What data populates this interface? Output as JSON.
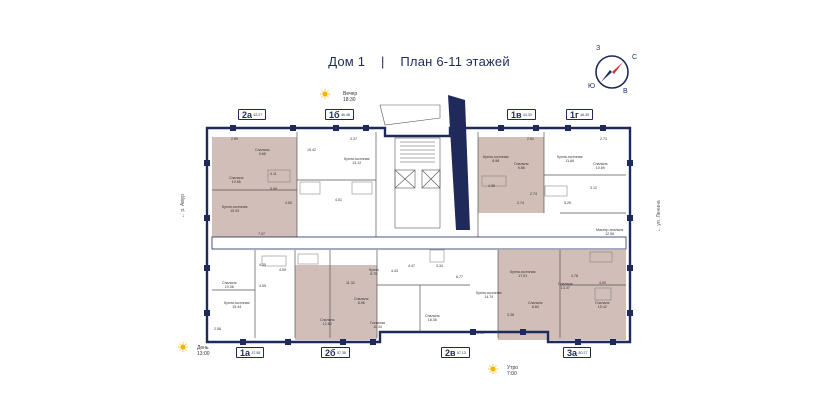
{
  "header": {
    "house": "Дом 1",
    "separator": "|",
    "plan": "План 6-11 этажей"
  },
  "compass": {
    "n": "С",
    "s": "Ю",
    "e": "В",
    "w": "З"
  },
  "streets": {
    "left": "← р. Амур",
    "right": "← ул. Ленина"
  },
  "sun": {
    "evening": {
      "label": "Вечер",
      "time": "18:30"
    },
    "day": {
      "label": "День",
      "time": "13:00"
    },
    "morning": {
      "label": "Утро",
      "time": "7:00"
    }
  },
  "apartments": [
    {
      "code": "2а",
      "sub": "62.27"
    },
    {
      "code": "1б",
      "sub": "46.48"
    },
    {
      "code": "1в",
      "sub": "44.33"
    },
    {
      "code": "1г",
      "sub": "46.35"
    },
    {
      "code": "1а",
      "sub": "37.55"
    },
    {
      "code": "2б",
      "sub": "57.38"
    },
    {
      "code": "2в",
      "sub": "57.13"
    },
    {
      "code": "3а",
      "sub": "80.27"
    }
  ],
  "rooms": [
    {
      "name": "Спальня",
      "area": "9.68"
    },
    {
      "name": "Спальня",
      "area": "10.66"
    },
    {
      "name": "Кухня-гостиная",
      "area": "15.93"
    },
    {
      "name": "",
      "area": "2.89"
    },
    {
      "name": "",
      "area": "3.11"
    },
    {
      "name": "",
      "area": "5.99"
    },
    {
      "name": "",
      "area": "7.07"
    },
    {
      "name": "",
      "area": "19.42"
    },
    {
      "name": "",
      "area": "3.37"
    },
    {
      "name": "Кухня-гостиная",
      "area": "13.12"
    },
    {
      "name": "",
      "area": "4.51"
    },
    {
      "name": "",
      "area": "4.50"
    },
    {
      "name": "",
      "area": "2.51"
    },
    {
      "name": "Кухня-гостиная",
      "area": "8.98"
    },
    {
      "name": "Спальня",
      "area": "9.86"
    },
    {
      "name": "",
      "area": "4.35"
    },
    {
      "name": "",
      "area": "2.74"
    },
    {
      "name": "",
      "area": "2.74"
    },
    {
      "name": "",
      "area": "2.73"
    },
    {
      "name": "Кухня-гостиная",
      "area": "11.66"
    },
    {
      "name": "Спальня",
      "area": "10.69"
    },
    {
      "name": "",
      "area": "3.12"
    },
    {
      "name": "",
      "area": "5.26"
    },
    {
      "name": "Мастер-спальня",
      "area": "12.56"
    },
    {
      "name": "Спальня",
      "area": "10.38"
    },
    {
      "name": "",
      "area": "4.35"
    },
    {
      "name": "",
      "area": "4.55"
    },
    {
      "name": "Кухня-гостиная",
      "area": "15.44"
    },
    {
      "name": "",
      "area": "2.58"
    },
    {
      "name": "",
      "area": "4.59"
    },
    {
      "name": "",
      "area": "11.32"
    },
    {
      "name": "",
      "area": "4.43"
    },
    {
      "name": "Кухня",
      "area": "6.75"
    },
    {
      "name": "Спальня",
      "area": "8.96"
    },
    {
      "name": "Спальня",
      "area": "12.82"
    },
    {
      "name": "Гостиная",
      "area": "11.34"
    },
    {
      "name": "Спальня",
      "area": "18.36"
    },
    {
      "name": "",
      "area": "6.77"
    },
    {
      "name": "",
      "area": "4.47"
    },
    {
      "name": "",
      "area": "3.34"
    },
    {
      "name": "Кухня-гостиная",
      "area": "14.74"
    },
    {
      "name": "",
      "area": "2.49"
    },
    {
      "name": "",
      "area": "3.38"
    },
    {
      "name": "Кухня-гостиная",
      "area": "17.51"
    },
    {
      "name": "Спальня",
      "area": "8.84"
    },
    {
      "name": "",
      "area": "4.78"
    },
    {
      "name": "Спальня",
      "area": "13.47"
    },
    {
      "name": "",
      "area": "4.00"
    },
    {
      "name": "Спальня",
      "area": "15.42"
    }
  ],
  "colors": {
    "wall": "#1f2a5a",
    "accent": "#b59a93",
    "text": "#333333",
    "sun": "#f4b400"
  }
}
